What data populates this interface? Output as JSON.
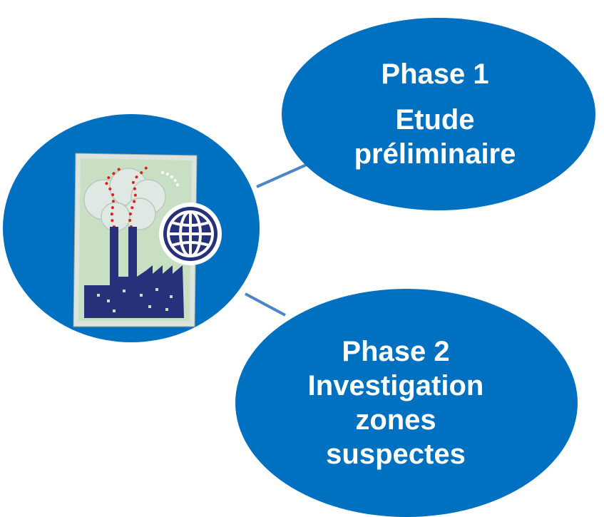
{
  "colors": {
    "ellipse_fill": "#0070c0",
    "connector": "#4a86c6",
    "text": "#ffffff",
    "factory_dark": "#27307a",
    "picture_bg": "#c9dfc4",
    "smoke": "#dfe8e2",
    "smoke_dots": "#e02020"
  },
  "diagram": {
    "hub": {
      "icon": "factory-with-globe-icon"
    },
    "nodes": [
      {
        "id": "phase1",
        "lines": [
          "Phase 1",
          "Etude",
          "préliminaire"
        ]
      },
      {
        "id": "phase2",
        "lines": [
          "Phase 2",
          "Investigation",
          "zones",
          "suspectes"
        ]
      }
    ]
  }
}
